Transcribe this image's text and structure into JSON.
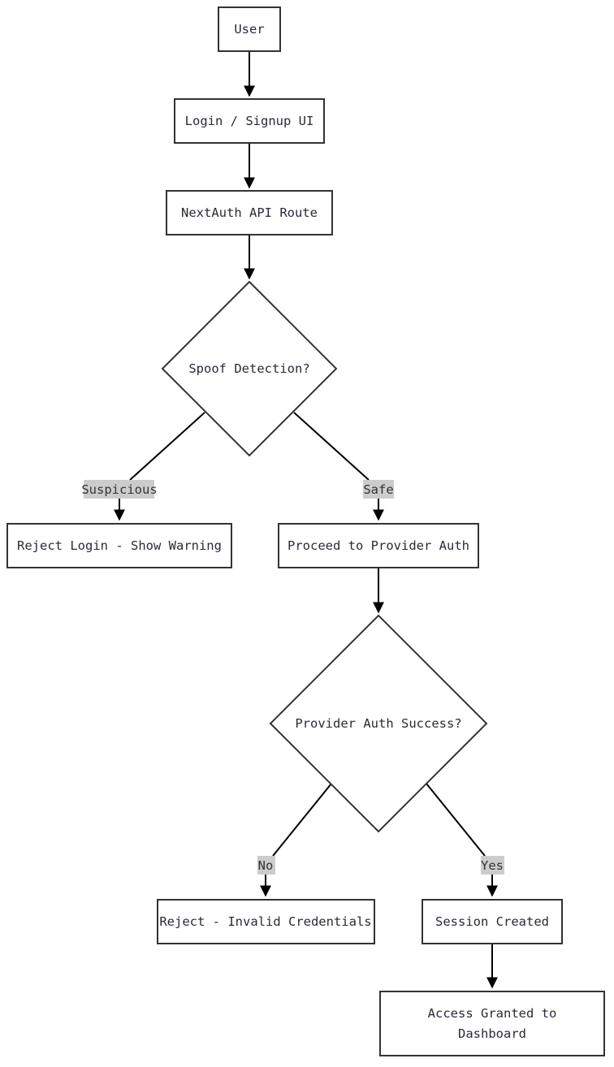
{
  "nodes": {
    "user": "User",
    "login_signup_ui": "Login / Signup UI",
    "nextauth_api_route": "NextAuth API Route",
    "spoof_detection": "Spoof Detection?",
    "reject_login": "Reject Login - Show Warning",
    "proceed_provider_auth": "Proceed to Provider Auth",
    "provider_auth_success": "Provider Auth Success?",
    "reject_invalid": "Reject - Invalid Credentials",
    "session_created": "Session Created",
    "access_granted_line1": "Access Granted to",
    "access_granted_line2": "Dashboard"
  },
  "edge_labels": {
    "suspicious": "Suspicious",
    "safe": "Safe",
    "no": "No",
    "yes": "Yes"
  },
  "colors": {
    "node_border": "#333333",
    "edge": "#000000",
    "edge_label_bg": "#cccccc",
    "text": "#2a2a3a"
  }
}
